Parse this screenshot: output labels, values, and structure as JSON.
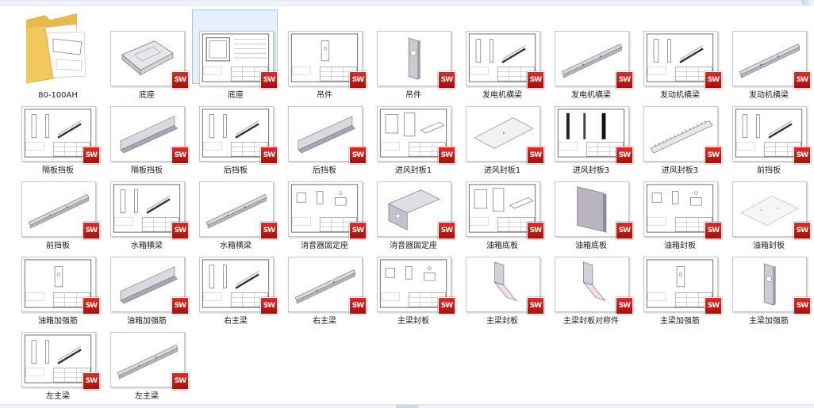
{
  "files": [
    {
      "label": "80-100AH",
      "kind": "folder",
      "selected": false
    },
    {
      "label": "底座",
      "kind": "part-base",
      "selected": false
    },
    {
      "label": "底座",
      "kind": "drawing-base",
      "selected": true
    },
    {
      "label": "吊件",
      "kind": "drawing-simple",
      "selected": false
    },
    {
      "label": "吊件",
      "kind": "part-plate",
      "selected": false
    },
    {
      "label": "发电机横梁",
      "kind": "drawing-beam",
      "selected": false
    },
    {
      "label": "发电机横梁",
      "kind": "part-channel",
      "selected": false
    },
    {
      "label": "发动机横梁",
      "kind": "drawing-beam",
      "selected": false
    },
    {
      "label": "发动机横梁",
      "kind": "part-channel",
      "selected": false
    },
    {
      "label": "隔板挡板",
      "kind": "drawing-beam",
      "selected": false
    },
    {
      "label": "隔板挡板",
      "kind": "part-angle",
      "selected": false
    },
    {
      "label": "后挡板",
      "kind": "drawing-beam",
      "selected": false
    },
    {
      "label": "后挡板",
      "kind": "part-angle",
      "selected": false
    },
    {
      "label": "进风封板1",
      "kind": "drawing-plate",
      "selected": false
    },
    {
      "label": "进风封板1",
      "kind": "part-flat",
      "selected": false
    },
    {
      "label": "进风封板3",
      "kind": "drawing-dark",
      "selected": false
    },
    {
      "label": "进风封板3",
      "kind": "part-perforated",
      "selected": false
    },
    {
      "label": "前挡板",
      "kind": "drawing-beam",
      "selected": false
    },
    {
      "label": "前挡板",
      "kind": "part-channel",
      "selected": false
    },
    {
      "label": "水箱横梁",
      "kind": "drawing-beam",
      "selected": false
    },
    {
      "label": "水箱横梁",
      "kind": "part-channel",
      "selected": false
    },
    {
      "label": "消音器固定座",
      "kind": "drawing-small",
      "selected": false
    },
    {
      "label": "消音器固定座",
      "kind": "part-bracket",
      "selected": false
    },
    {
      "label": "油箱底板",
      "kind": "drawing-plate",
      "selected": false
    },
    {
      "label": "油箱底板",
      "kind": "part-panel",
      "selected": false
    },
    {
      "label": "油箱封板",
      "kind": "drawing-small",
      "selected": false
    },
    {
      "label": "油箱封板",
      "kind": "part-thin",
      "selected": false
    },
    {
      "label": "油箱加强筋",
      "kind": "drawing-simple",
      "selected": false
    },
    {
      "label": "油箱加强筋",
      "kind": "part-angle",
      "selected": false
    },
    {
      "label": "右主梁",
      "kind": "drawing-beam",
      "selected": false
    },
    {
      "label": "右主梁",
      "kind": "part-channel",
      "selected": false
    },
    {
      "label": "主梁封板",
      "kind": "drawing-small",
      "selected": false
    },
    {
      "label": "主梁封板",
      "kind": "part-fold",
      "selected": false
    },
    {
      "label": "主梁封板对称件",
      "kind": "part-fold",
      "selected": false
    },
    {
      "label": "主梁加强筋",
      "kind": "drawing-simple",
      "selected": false
    },
    {
      "label": "主梁加强筋",
      "kind": "part-plate",
      "selected": false
    },
    {
      "label": "左主梁",
      "kind": "drawing-beam",
      "selected": false
    },
    {
      "label": "左主梁",
      "kind": "part-channel",
      "selected": false
    }
  ],
  "badge_text": "SW",
  "colors": {
    "selection_bg": "#e6f0fb",
    "selection_border": "#a9c8ea",
    "sw_red": "#d42420",
    "folder": "#f2c75c"
  }
}
